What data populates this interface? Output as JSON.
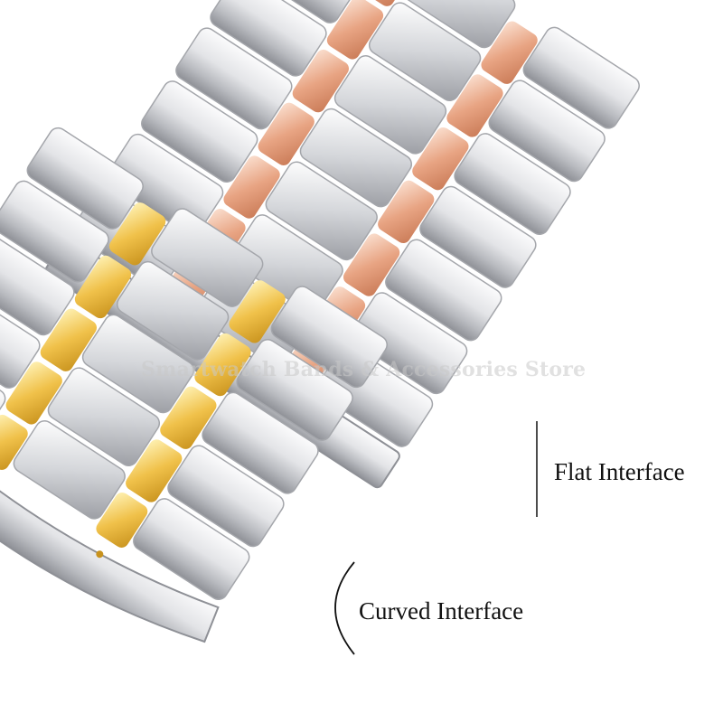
{
  "image": {
    "subject": "two-tone stainless steel watch bracelets",
    "watermark": "Smartwatch Bands & Accessories Store",
    "labels": {
      "flat": "Flat Interface",
      "curved": "Curved Interface"
    },
    "colors": {
      "background": "#ffffff",
      "silver_light": "#f4f4f6",
      "silver_mid": "#c9cbd0",
      "silver_dark": "#8e9096",
      "rose_gold": "#e8a483",
      "gold": "#f0c14a",
      "text": "#111111"
    }
  }
}
